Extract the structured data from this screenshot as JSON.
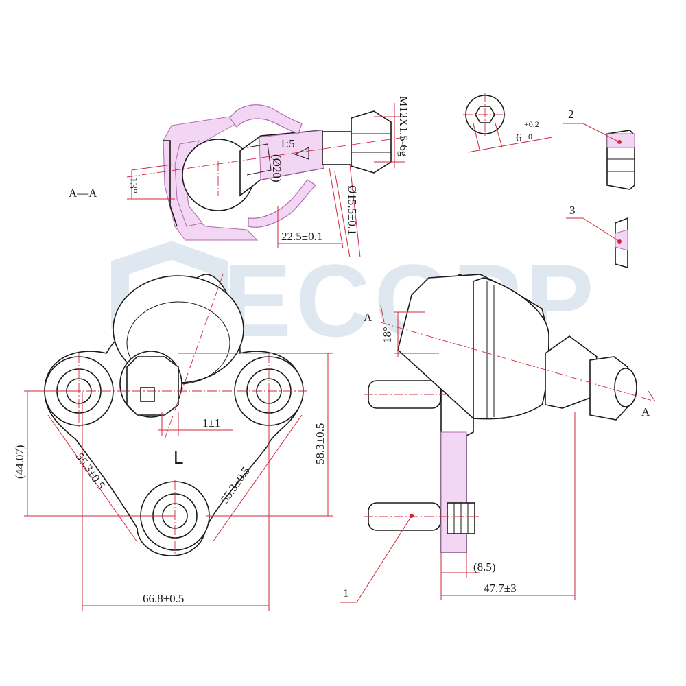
{
  "watermark": {
    "text": "ECCPP"
  },
  "section": {
    "label": "A—A",
    "angle": "13°",
    "taper": "1:5",
    "ball_dia": "(Ø20)",
    "thread": "M12X1.5-6g",
    "stud_dia": "Ø15.5±0.1",
    "length": "22.5±0.1"
  },
  "hex_socket": {
    "size": "6",
    "tol_upper": "+0.2",
    "tol_lower": "0"
  },
  "parts": {
    "nut": "2",
    "pin": "3",
    "bolt": "1"
  },
  "front_view": {
    "side_marker": "L",
    "offset": "1±1",
    "hole_spacing_left": "55.3±0.5",
    "hole_spacing_right": "55.3±0.5",
    "height_ref": "(44.07)",
    "height": "58.3±0.5",
    "width": "66.8±0.5"
  },
  "side_view": {
    "cut_top": "A",
    "cut_bottom": "A",
    "angle": "18°",
    "flange": "(8.5)",
    "overall": "47.7±3"
  }
}
